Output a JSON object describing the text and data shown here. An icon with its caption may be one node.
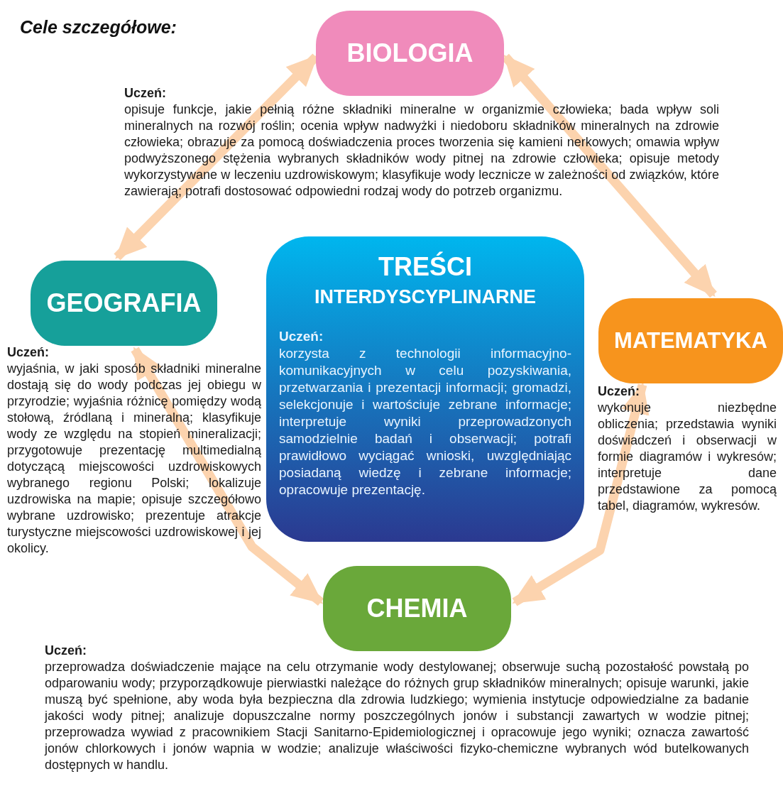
{
  "diagram": {
    "title": "Cele szczegółowe:",
    "nodes": [
      {
        "text": [
          "BIOLOGIA"
        ],
        "beside": [
          "Uczeń:",
          "opisuje funkcje, jakie pełnią różne składniki mineralne w organizmie człowieka; bada wpływ soli mineralnych na rozwój roślin; ocenia wpływ nadwyżki i niedoboru składników mineralnych na zdrowie człowieka; obrazuje za pomocą doświadczenia proces tworzenia się kamieni nerkowych; omawia wpływ podwyższonego stężenia wybranych składników wody pitnej na zdrowie człowieka; opisuje metody wykorzystywane w leczeniu uzdrowiskowym; klasyfikuje wody lecznicze w zależności od związków, które zawierają; potrafi dostosować odpowiedni rodzaj wody do potrzeb organizmu."
        ]
      },
      {
        "text": [
          "GEOGRAFIA"
        ],
        "beside": [
          "Uczeń:",
          "wyjaśnia, w jaki sposób składniki mineralne dostają się do wody podczas jej obiegu w przyrodzie; wyjaśnia różnicę pomiędzy wodą stołową, źródlaną i mineralną; klasyfikuje wody ze względu na stopień mineralizacji; przygotowuje prezentację multimedialną dotyczącą miejscowości uzdrowiskowych wybranego regionu Polski; lokalizuje uzdrowiska na mapie; opisuje szczegółowo wybrane uzdrowisko; prezentuje atrakcje turystyczne miejscowości uzdrowiskowej i jej okolicy."
        ]
      },
      {
        "text": [
          "TREŚCI",
          "INTERDYSCYPLINARNE",
          "Uczeń:",
          "korzysta z technologii informacyjno-komunikacyjnych w celu pozyskiwania, przetwarzania i prezentacji informacji; gromadzi, selekcjonuje i wartościuje zebrane informacje; interpretuje wyniki przeprowadzonych samodzielnie badań i obserwacji; potrafi prawidłowo wyciągać wnioski, uwzględniając posiadaną wiedzę i zebrane informacje; opracowuje prezentację."
        ]
      },
      {
        "text": [
          "MATEMATYKA"
        ],
        "beside": [
          "Uczeń:",
          "wykonuje niezbędne obliczenia; przedstawia wyniki doświadczeń i obserwacji w formie diagramów i wykresów; interpretuje dane przedstawione za pomocą tabel, diagramów, wykresów."
        ]
      },
      {
        "text": [
          "CHEMIA"
        ],
        "beside": [
          "Uczeń:",
          "przeprowadza doświadczenie mające na celu otrzymanie wody destylowanej; obserwuje suchą pozostałość powstałą po odparowaniu wody; przyporządkowuje pierwiastki należące do różnych grup składników mineralnych; opisuje warunki, jakie muszą być spełnione, aby woda była bezpieczna dla zdrowia ludzkiego; wymienia instytucje odpowiedzialne za badanie jakości wody pitnej; analizuje dopuszczalne normy poszczególnych jonów i substancji zawartych w wodzie pitnej; przeprowadza wywiad z pracownikiem Stacji Sanitarno-Epidemiologicznej i opracowuje jego wyniki; oznacza zawartość jonów chlorkowych i jonów wapnia w wodzie; analizuje właściwości fizyko-chemiczne wybranych wód butelkowanych dostępnych w handlu."
        ]
      }
    ],
    "edges": [
      {
        "from": 0,
        "to": 1,
        "arrow": "both"
      },
      {
        "from": 0,
        "to": 3,
        "arrow": "both"
      },
      {
        "from": 1,
        "to": 4,
        "arrow": "both"
      },
      {
        "from": 3,
        "to": 4,
        "arrow": "both"
      }
    ]
  }
}
